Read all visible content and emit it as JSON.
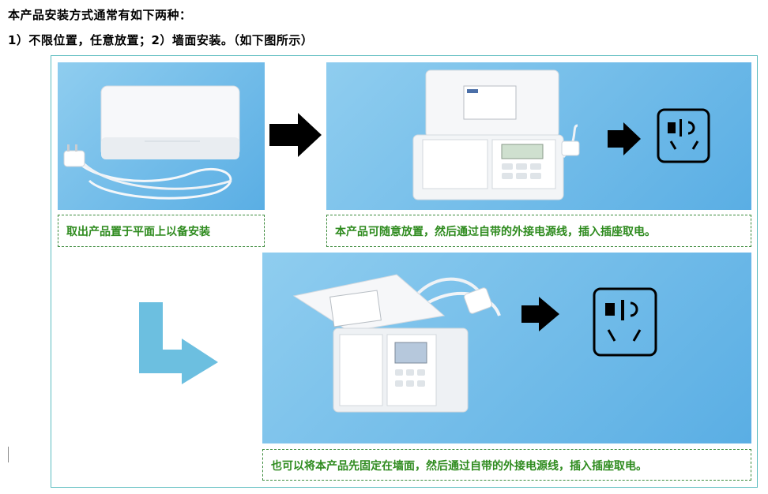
{
  "intro": {
    "line1": "本产品安装方式通常有如下两种：",
    "line2": "1）不限位置，任意放置；2）墙面安装。（如下图所示）"
  },
  "captions": {
    "panel1": "取出产品置于平面上以备安装",
    "panel2": "本产品可随意放置，然后通过自带的外接电源线，插入插座取电。",
    "panel3": "也可以将本产品先固定在墙面，然后通过自带的外接电源线，插入插座取电。"
  },
  "icons": {
    "next": "black-right-arrow-icon",
    "turn": "blue-down-right-arrow-icon",
    "socket": "power-socket-icon"
  },
  "colors": {
    "caption_text": "#2e8b1e",
    "caption_border": "#3b8a3b",
    "frame_border": "#5bbcbf",
    "photo_bg": "#6ab9e8",
    "turn_arrow": "#6cbfe0"
  }
}
